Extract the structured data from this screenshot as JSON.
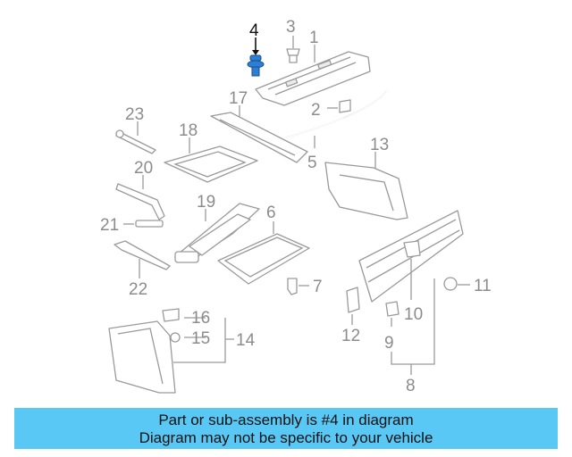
{
  "diagram": {
    "highlighted_part": "4",
    "highlight_color": "#2d7fd6",
    "part_labels": [
      "1",
      "2",
      "3",
      "4",
      "5",
      "6",
      "7",
      "8",
      "9",
      "10",
      "11",
      "12",
      "13",
      "14",
      "15",
      "16",
      "17",
      "18",
      "19",
      "20",
      "21",
      "22",
      "23"
    ]
  },
  "banner": {
    "line1": "Part or sub-assembly is #4 in diagram",
    "line2": "Diagram may not be specific to your vehicle",
    "background": "#5ac8f5"
  }
}
